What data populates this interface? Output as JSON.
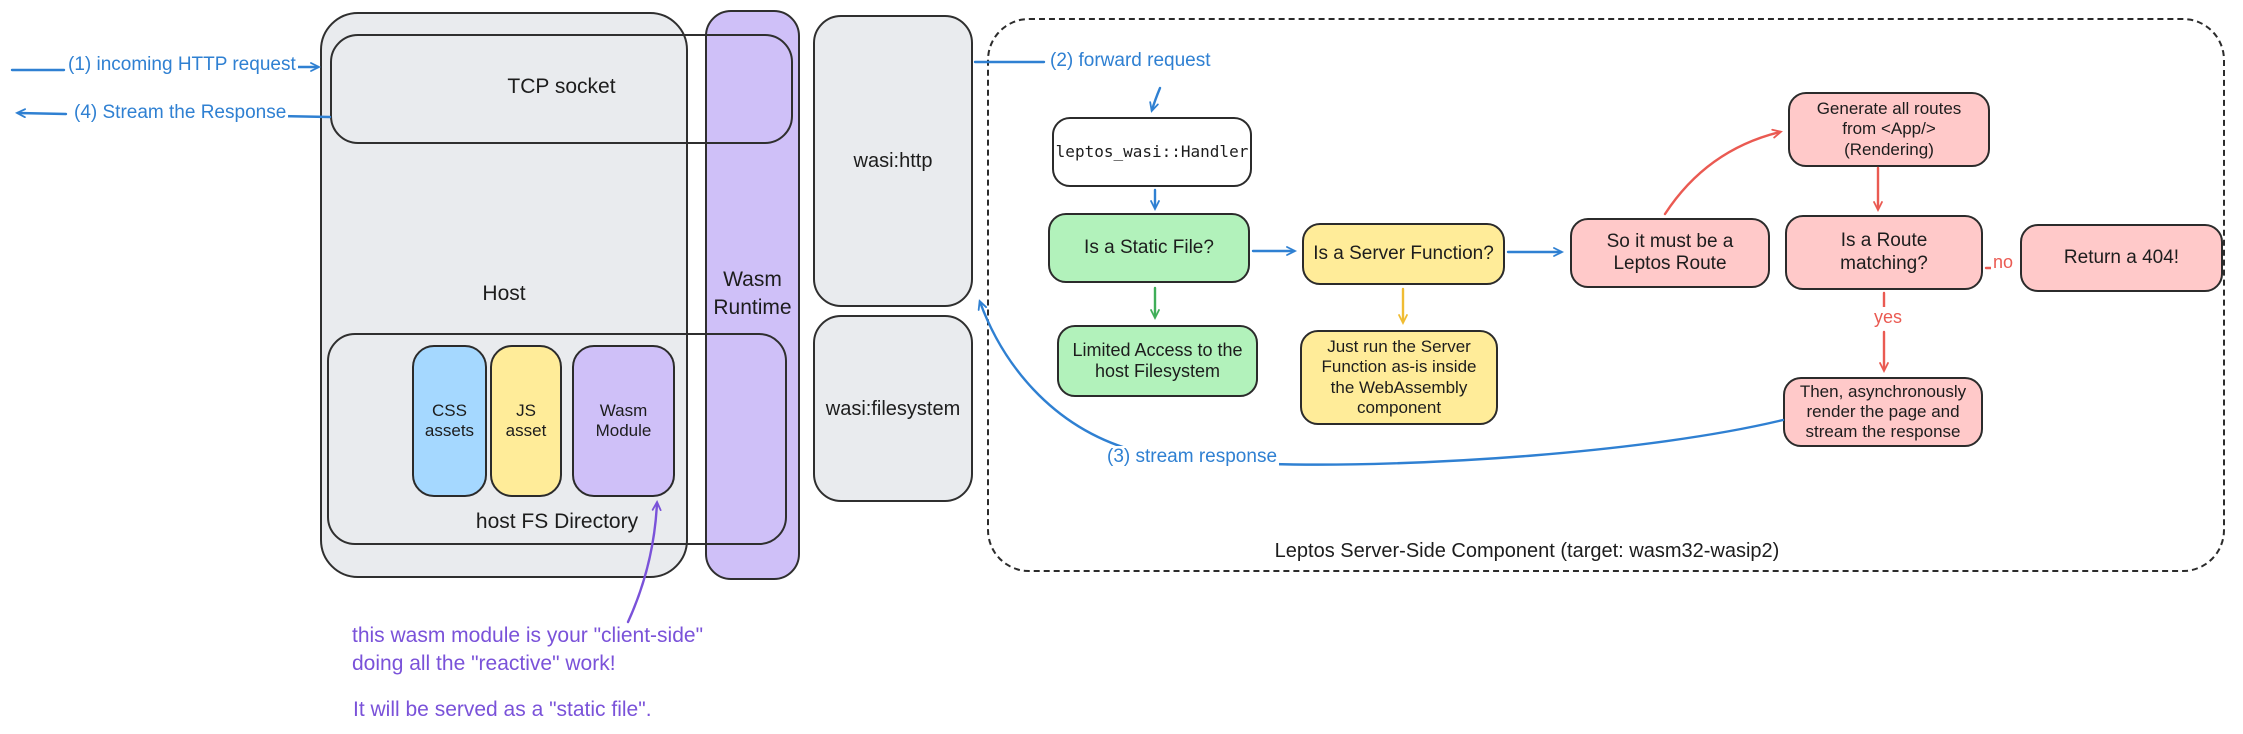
{
  "flow_labels": {
    "incoming": "(1) incoming HTTP request",
    "stream_out": "(4) Stream the Response",
    "forward": "(2) forward request",
    "stream_response": "(3) stream response",
    "yes": "yes",
    "no": "no"
  },
  "host": {
    "title": "Host",
    "tcp_socket": "TCP socket",
    "fs_directory": "host FS Directory",
    "assets": [
      {
        "label": "CSS assets",
        "color": "#a5d8ff"
      },
      {
        "label": "JS asset",
        "color": "#ffec99"
      },
      {
        "label": "Wasm Module",
        "color": "#cfc0f8"
      }
    ]
  },
  "wasm_runtime": {
    "label": "Wasm Runtime",
    "color": "#cfc0f8"
  },
  "wasi": {
    "http": "wasi:http",
    "filesystem": "wasi:filesystem"
  },
  "component": {
    "caption": "Leptos Server-Side Component (target: wasm32-wasip2)",
    "nodes": {
      "handler": "leptos_wasi::Handler",
      "static_file": "Is a Static File?",
      "limited_access": "Limited Access to the host Filesystem",
      "server_fn": "Is a Server Function?",
      "just_run": "Just run the Server Function as-is inside the WebAssembly component",
      "leptos_route": "So it must be a Leptos Route",
      "gen_routes": "Generate all routes from <App/> (Rendering)",
      "route_match": "Is a Route matching?",
      "return_404": "Return a 404!",
      "then_async": "Then, asynchronously render the page and stream the response"
    }
  },
  "annotation": {
    "line1": "this wasm module is your \"client-side\"",
    "line2": "doing all the \"reactive\" work!",
    "line3": "It will be served as a \"static file\"."
  },
  "colors": {
    "blue": "#2f80d2",
    "green": "#3fae58",
    "yellow": "#f0bc33",
    "red": "#ea5a52",
    "purple": "#7a52d9",
    "green_fill": "#b2f2bb",
    "yellow_fill": "#ffec99",
    "pink_fill": "#ffc9c9",
    "purple_fill": "#cfc0f8",
    "blue_fill": "#a5d8ff",
    "gray_fill": "#e9ebee"
  }
}
